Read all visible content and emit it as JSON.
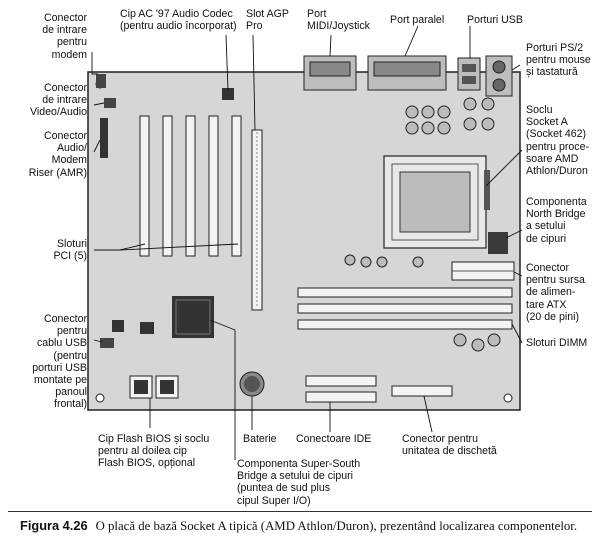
{
  "labels": {
    "top": {
      "audio_codec": "Cip AC '97 Audio Codec\n(pentru audio încorporat)",
      "agp": "Slot AGP\nPro",
      "midi": "Port\nMIDI/Joystick",
      "parallel": "Port paralel",
      "usb": "Porturi USB"
    },
    "left": {
      "modem": "Conector\nde intrare\npentru\nmodem",
      "video_audio": "Conector\nde intrare\nVideo/Audio",
      "amr": "Conector\nAudio/\nModem\nRiser (AMR)",
      "pci": "Sloturi\nPCI (5)",
      "usb_header": "Conector\npentru\ncablu USB\n(pentru\nporturi USB\nmontate pe\npanoul\nfrontal)"
    },
    "right": {
      "ps2": "Porturi PS/2\npentru mouse\nși tastatură",
      "socket": "Soclu\nSocket A\n(Socket 462)\npentru proce-\nsoare AMD\nAthlon/Duron",
      "northbridge": "Componenta\nNorth Bridge\na setului\nde cipuri",
      "atx": "Conector\npentru sursa\nde alimen-\ntare ATX\n(20 de pini)",
      "dimm": "Sloturi DIMM"
    },
    "bottom": {
      "bios": "Cip Flash BIOS și soclu\npentru al doilea cip\nFlash BIOS, opțional",
      "battery": "Baterie",
      "southbridge": "Componenta Super-South\nBridge a setului de cipuri\n(puntea de sud plus\ncipul Super I/O)",
      "ide": "Conectoare IDE",
      "floppy": "Conector pentru\nunitatea de dischetă"
    }
  },
  "caption": {
    "number": "Figura 4.26",
    "text": "O placă de bază Socket A tipică (AMD Athlon/Duron), prezentând localizarea componentelor."
  },
  "colors": {
    "board": "#d9d9d9",
    "ink": "#1a1a1a",
    "chip": "#3a3a3a",
    "slot": "#f2f2f2"
  }
}
